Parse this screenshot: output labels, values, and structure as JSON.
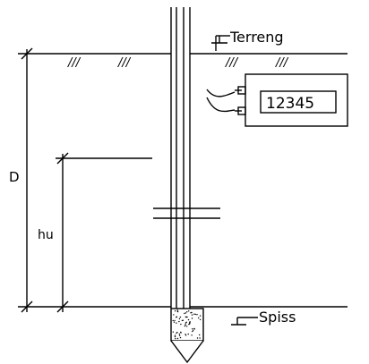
{
  "labels": {
    "ground": "Terreng",
    "tip": "Spiss",
    "depth": "D",
    "height": "hu"
  },
  "readout": {
    "value": "12345"
  },
  "hatch_marks": [
    "///",
    "///",
    "///",
    "///"
  ]
}
